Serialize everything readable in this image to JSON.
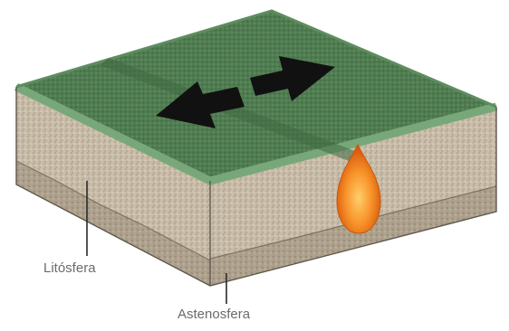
{
  "labels": {
    "lithosphere": "Litósfera",
    "asthenosphere": "Astenosfera"
  },
  "colors": {
    "surface_green": "#4d7a4e",
    "surface_edge": "#6fa271",
    "rock_light": "#cbbfae",
    "rock_dark": "#8f8473",
    "magma_outer": "#e8650f",
    "magma_inner": "#ffb24a",
    "arrow": "#111111",
    "leader_line": "#2a2a2a",
    "label_text": "#6b6b6b"
  },
  "arrows": {
    "left": "arrow-pointing-left",
    "right": "arrow-pointing-right"
  }
}
